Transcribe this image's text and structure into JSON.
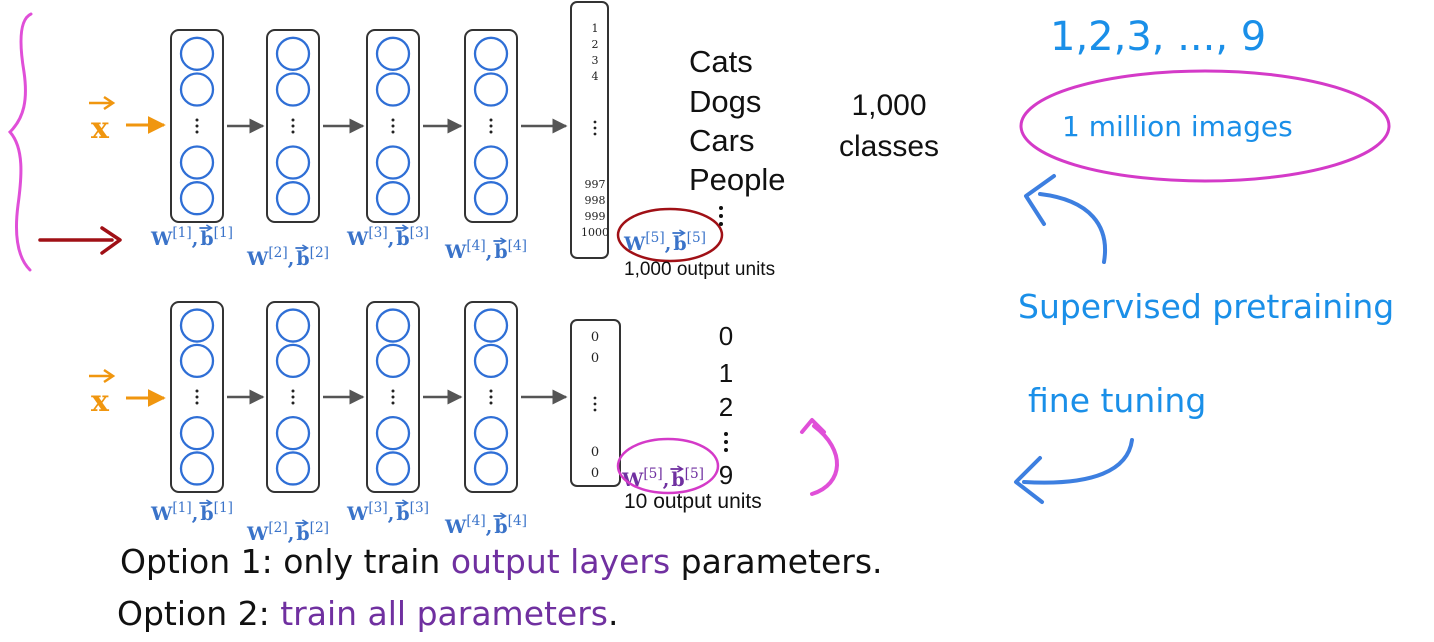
{
  "colors": {
    "input": "#f0960f",
    "layer_blue": "#2f6fd6",
    "weight_label": "#3a73c9",
    "arrow_gray": "#555555",
    "dark_red": "#a01016",
    "magenta": "#d43ac8",
    "purple": "#7030a0",
    "handwriting_blue": "#1a8fe8",
    "pen_pink": "#e04fd8"
  },
  "input_symbol": "x",
  "network_top": {
    "hidden_labels": [
      {
        "w": "W",
        "sup": "[1]",
        "b": "b",
        "bsup": "[1]"
      },
      {
        "w": "W",
        "sup": "[2]",
        "b": "b",
        "bsup": "[2]"
      },
      {
        "w": "W",
        "sup": "[3]",
        "b": "b",
        "bsup": "[3]"
      },
      {
        "w": "W",
        "sup": "[4]",
        "b": "b",
        "bsup": "[4]"
      }
    ],
    "output_label": {
      "w": "W",
      "sup": "[5]",
      "b": "b",
      "bsup": "[5]"
    },
    "output_values_top": [
      "1",
      "2",
      "3",
      "4"
    ],
    "output_values_bottom": [
      "997",
      "998",
      "999",
      "1000"
    ],
    "output_caption": "1,000 output units",
    "classes_list": [
      "Cats",
      "Dogs",
      "Cars",
      "People"
    ],
    "classes_count": "1,000",
    "classes_word": "classes"
  },
  "network_bottom": {
    "hidden_labels": [
      {
        "w": "W",
        "sup": "[1]",
        "b": "b",
        "bsup": "[1]"
      },
      {
        "w": "W",
        "sup": "[2]",
        "b": "b",
        "bsup": "[2]"
      },
      {
        "w": "W",
        "sup": "[3]",
        "b": "b",
        "bsup": "[3]"
      },
      {
        "w": "W",
        "sup": "[4]",
        "b": "b",
        "bsup": "[4]"
      }
    ],
    "output_label": {
      "w": "W",
      "sup": "[5]",
      "b": "b",
      "bsup": "[5]"
    },
    "output_values_top": [
      "0",
      "0"
    ],
    "output_values_bottom": [
      "0",
      "0"
    ],
    "output_caption": "10 output units",
    "digits_list": [
      "0",
      "1",
      "2",
      "9"
    ]
  },
  "handwriting": {
    "digits": "1,2,3, ..., 9",
    "million_images": "1 million images",
    "supervised_pretraining": "Supervised pretraining",
    "fine_tuning": "fine tuning"
  },
  "options": {
    "option1_prefix": "Option 1: only train ",
    "option1_highlight": "output layers",
    "option1_suffix": " parameters.",
    "option2_prefix": "Option 2: ",
    "option2_highlight": "train all parameters",
    "option2_suffix": "."
  }
}
